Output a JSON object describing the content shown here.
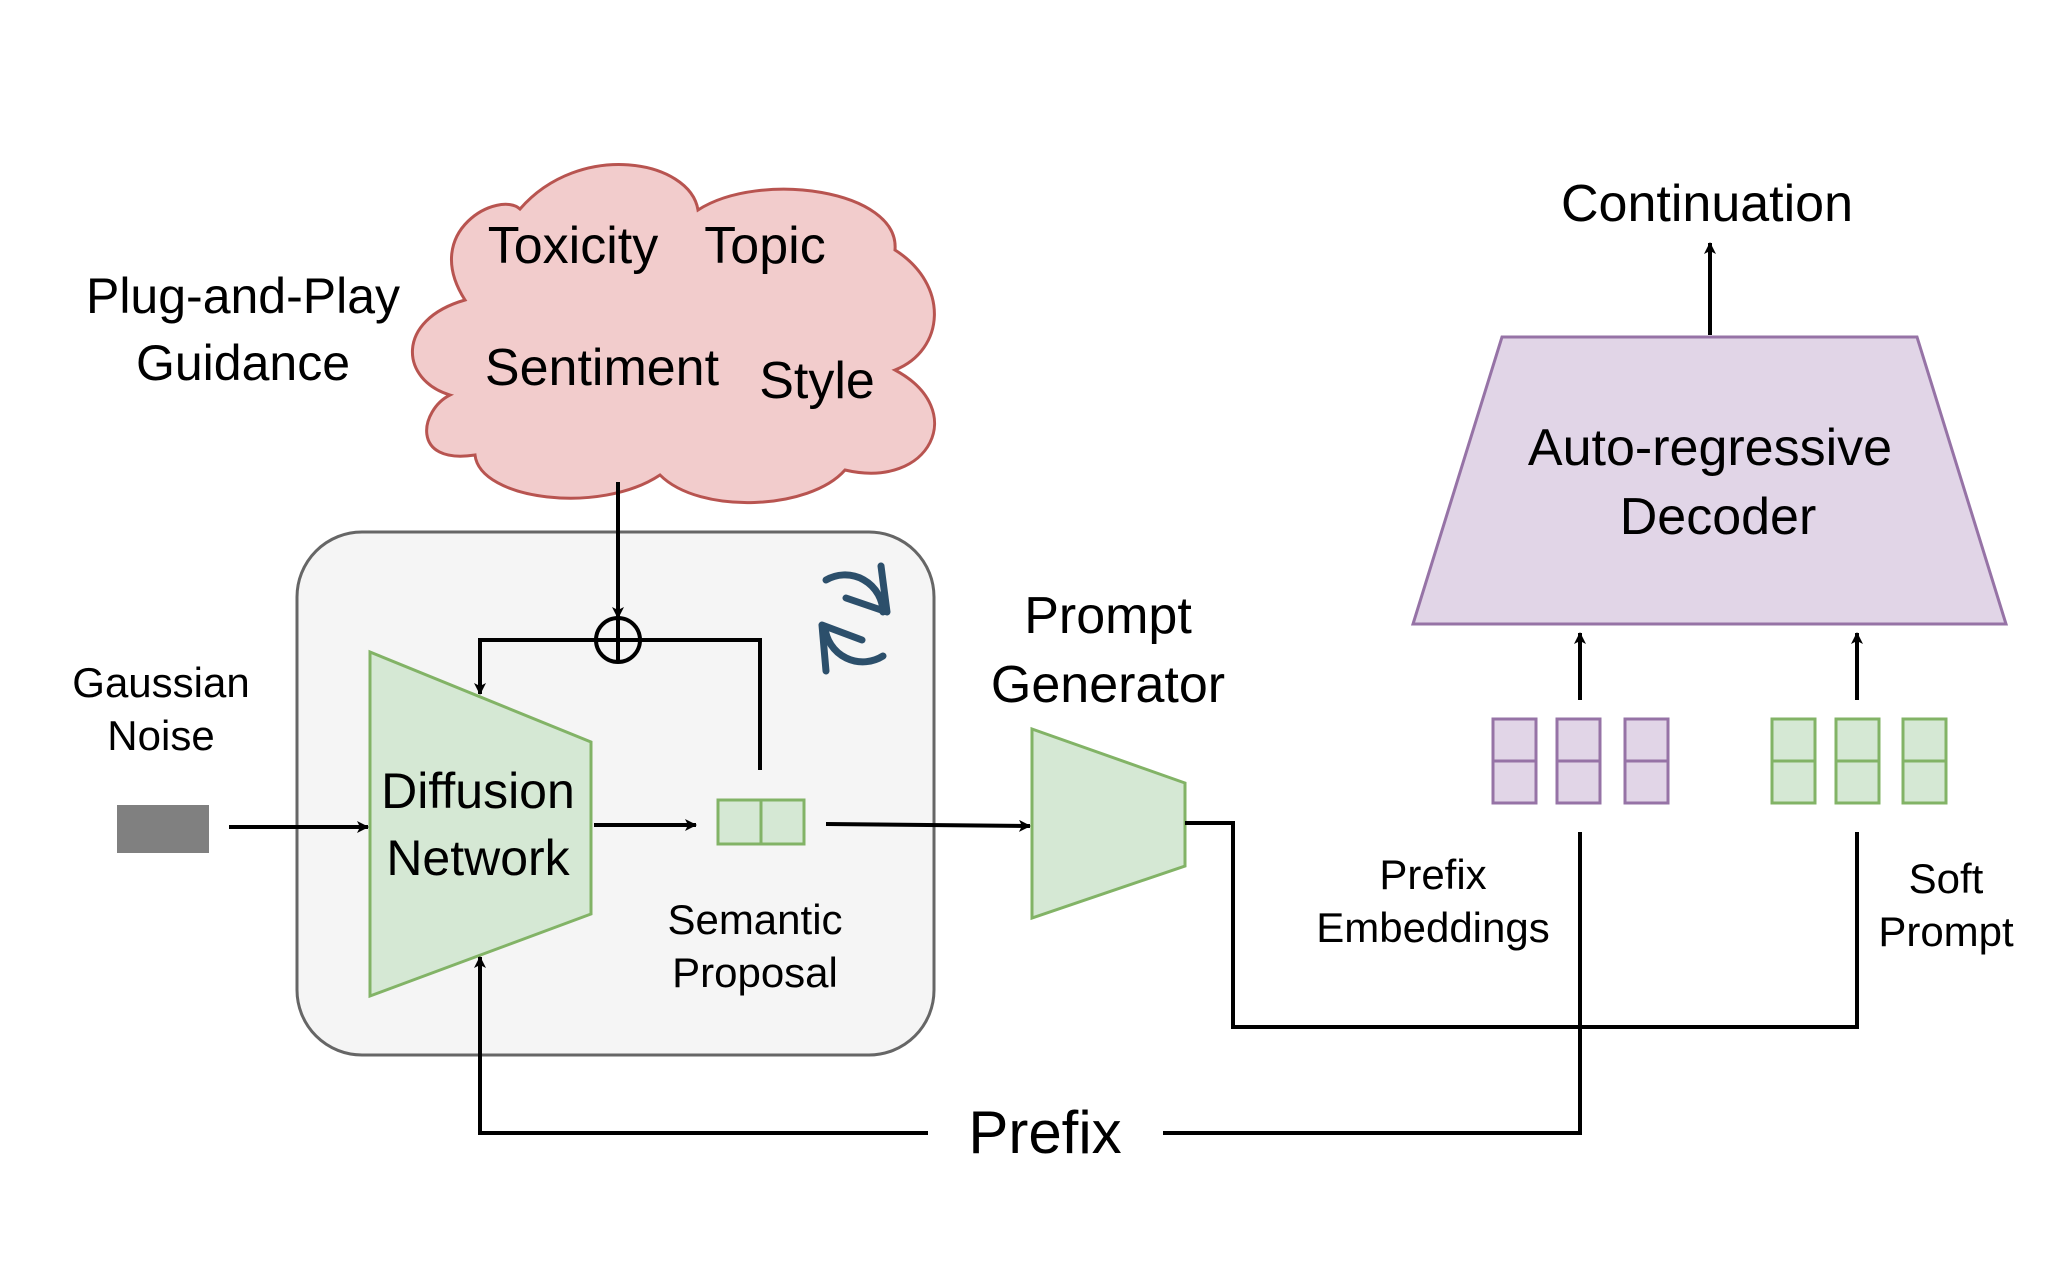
{
  "guidance": {
    "label_line1": "Plug-and-Play",
    "label_line2": "Guidance",
    "attributes": {
      "toxicity": "Toxicity",
      "topic": "Topic",
      "sentiment": "Sentiment",
      "style": "Style"
    }
  },
  "noise": {
    "label_line1": "Gaussian",
    "label_line2": "Noise"
  },
  "diffusion": {
    "label_line1": "Diffusion",
    "label_line2": "Network",
    "loop_icon": "refresh-icon",
    "plus_icon": "circle-plus-icon"
  },
  "semantic_proposal": {
    "label_line1": "Semantic",
    "label_line2": "Proposal"
  },
  "prompt_generator": {
    "label_line1": "Prompt",
    "label_line2": "Generator"
  },
  "decoder": {
    "label_line1": "Auto-regressive",
    "label_line2": "Decoder",
    "output_label": "Continuation"
  },
  "prefix_embeddings": {
    "label_line1": "Prefix",
    "label_line2": "Embeddings"
  },
  "soft_prompt": {
    "label_line1": "Soft",
    "label_line2": "Prompt"
  },
  "prefix_label": "Prefix",
  "colors": {
    "cloud_fill": "#f2cccc",
    "cloud_stroke": "#b85450",
    "green_fill": "#d5e8d4",
    "green_stroke": "#82b366",
    "purple_fill": "#e1d5e7",
    "purple_stroke": "#9673a6",
    "container_fill": "#f5f5f5",
    "container_stroke": "#666666",
    "noise_fill": "#808080",
    "loop_icon": "#2c4f6b"
  }
}
